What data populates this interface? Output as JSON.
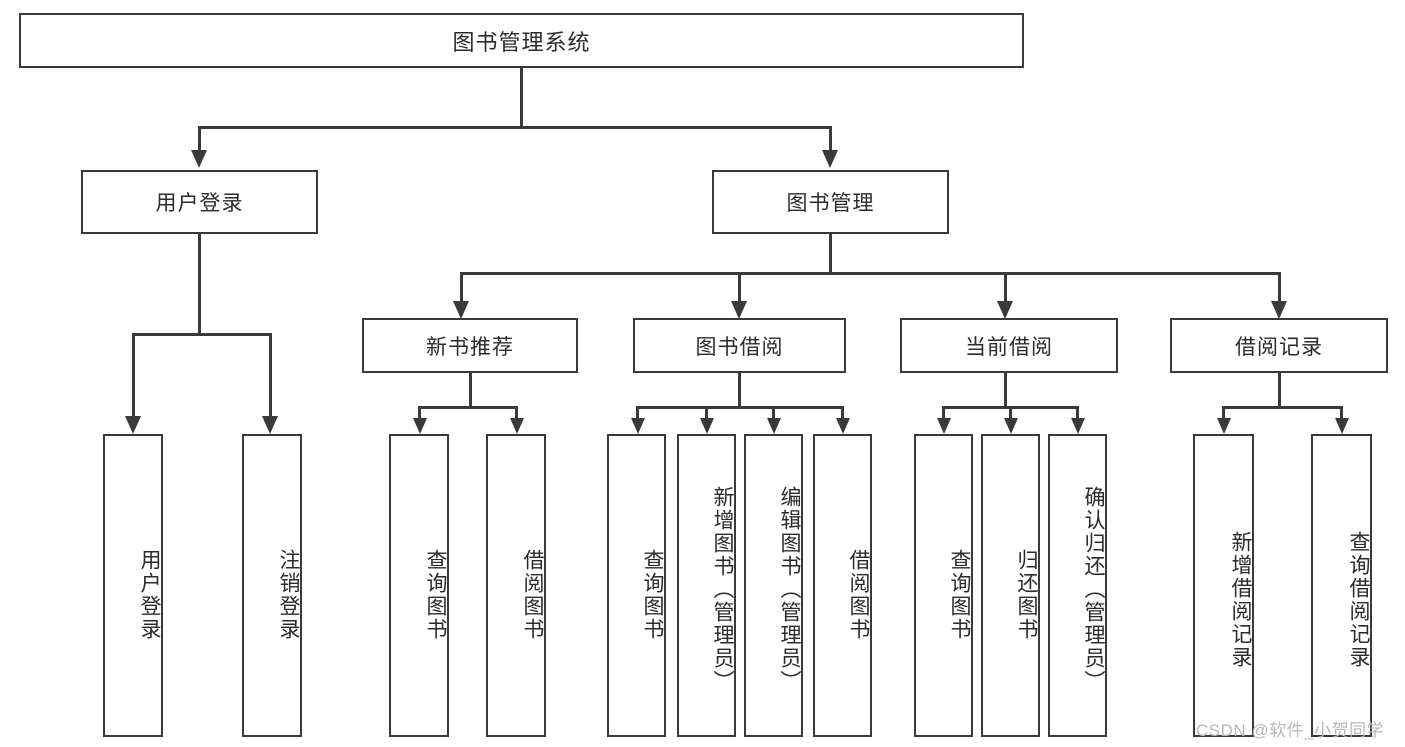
{
  "diagram": {
    "title": "图书管理系统",
    "type": "functional-decomposition-tree",
    "root": {
      "label": "图书管理系统"
    },
    "level2": [
      {
        "id": "user-login",
        "label": "用户登录"
      },
      {
        "id": "book-management",
        "label": "图书管理"
      }
    ],
    "level3": [
      {
        "id": "new-book-recommend",
        "label": "新书推荐"
      },
      {
        "id": "book-borrow",
        "label": "图书借阅"
      },
      {
        "id": "current-borrow",
        "label": "当前借阅"
      },
      {
        "id": "borrow-record",
        "label": "借阅记录"
      }
    ],
    "leaves": {
      "user_login": [
        {
          "id": "leaf-user-login",
          "label": "用户登录"
        },
        {
          "id": "leaf-logout-login",
          "label": "注销登录"
        }
      ],
      "new_book_recommend": [
        {
          "id": "leaf-query-book-1",
          "label": "查询图书"
        },
        {
          "id": "leaf-borrow-book-1",
          "label": "借阅图书"
        }
      ],
      "book_borrow": [
        {
          "id": "leaf-query-book-2",
          "label": "查询图书"
        },
        {
          "id": "leaf-add-book",
          "label": "新增图书（管理员）"
        },
        {
          "id": "leaf-edit-book",
          "label": "编辑图书（管理员）"
        },
        {
          "id": "leaf-borrow-book-2",
          "label": "借阅图书"
        }
      ],
      "current_borrow": [
        {
          "id": "leaf-query-book-3",
          "label": "查询图书"
        },
        {
          "id": "leaf-return-book",
          "label": "归还图书"
        },
        {
          "id": "leaf-confirm-return",
          "label": "确认归还（管理员）"
        }
      ],
      "borrow_record": [
        {
          "id": "leaf-add-record",
          "label": "新增借阅记录"
        },
        {
          "id": "leaf-query-record",
          "label": "查询借阅记录"
        }
      ]
    }
  },
  "watermark": {
    "text": "CSDN @软件_小贺同学"
  },
  "colors": {
    "stroke": "#3a3a3a",
    "text": "#2b2b2b",
    "background": "#ffffff",
    "watermark": "#b9b9b9"
  }
}
